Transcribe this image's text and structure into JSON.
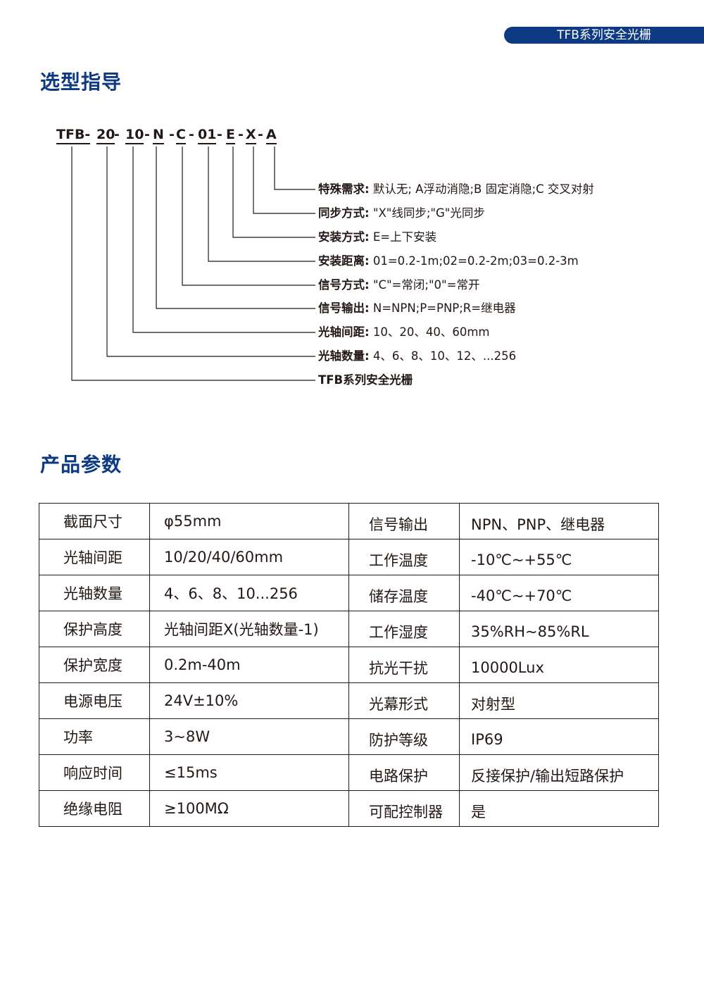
{
  "header": {
    "badge": "TFB系列安全光栅"
  },
  "selection": {
    "title": "选型指导",
    "code": [
      "TFB-",
      "20",
      "-",
      "10",
      "-",
      "N",
      "-",
      "C",
      "-",
      "01",
      "-",
      "E",
      "-",
      "X",
      "-",
      "A"
    ],
    "items": [
      {
        "key": "特殊需求:",
        "value": " 默认无; A浮动消隐;B 固定消隐;C 交叉对射"
      },
      {
        "key": "同步方式:",
        "value": " \"X\"线同步;\"G\"光同步"
      },
      {
        "key": "安装方式:",
        "value": " E=上下安装"
      },
      {
        "key": "安装距离:",
        "value": " 01=0.2-1m;02=0.2-2m;03=0.2-3m"
      },
      {
        "key": "信号方式:",
        "value": " \"C\"=常闭;\"0\"=常开"
      },
      {
        "key": "信号输出:",
        "value": " N=NPN;P=PNP;R=继电器"
      },
      {
        "key": "光轴间距:",
        "value": " 10、20、40、60mm"
      },
      {
        "key": "光轴数量:",
        "value": " 4、6、8、10、12、...256"
      },
      {
        "key": "",
        "value": "TFB系列安全光栅"
      }
    ]
  },
  "params": {
    "title": "产品参数",
    "rows": [
      [
        "截面尺寸",
        "φ55mm",
        "信号输出",
        "NPN、PNP、继电器"
      ],
      [
        "光轴间距",
        "10/20/40/60mm",
        "工作温度",
        "-10℃~+55℃"
      ],
      [
        "光轴数量",
        "4、6、8、10...256",
        "储存温度",
        "-40℃~+70℃"
      ],
      [
        "保护高度",
        "光轴间距X(光轴数量-1)",
        "工作湿度",
        "35%RH~85%RL"
      ],
      [
        "保护宽度",
        "0.2m-40m",
        "抗光干扰",
        "10000Lux"
      ],
      [
        "电源电压",
        "24V±10%",
        "光幕形式",
        "对射型"
      ],
      [
        "功率",
        "3~8W",
        "防护等级",
        "IP69"
      ],
      [
        "响应时间",
        "≤15ms",
        "电路保护",
        "反接保护/输出短路保护"
      ],
      [
        "绝缘电阻",
        "≥100MΩ",
        "可配控制器",
        "是"
      ]
    ]
  }
}
